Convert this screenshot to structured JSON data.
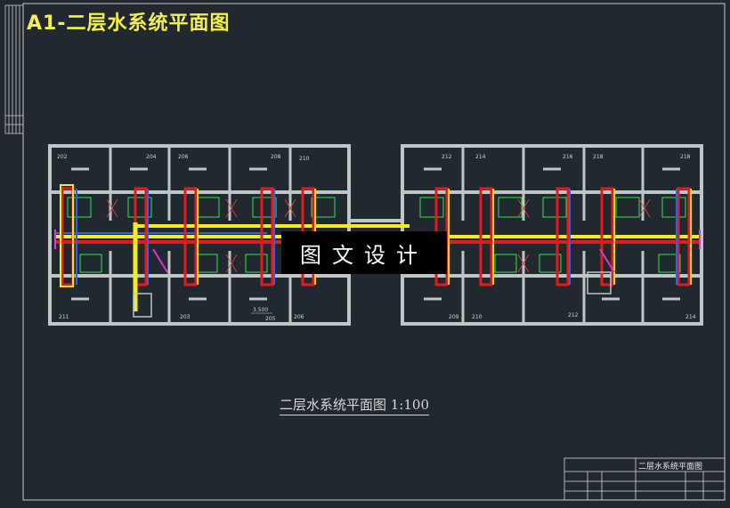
{
  "drawing": {
    "title": "A1-二层水系统平面图",
    "subtitle": "二层水系统平面图 1:100",
    "watermark": "图文设计",
    "elevation": "3.500",
    "title_block_name": "二层水系统平面图"
  },
  "rooms_top": [
    "202",
    "204",
    "206",
    "208",
    "210",
    "212",
    "214",
    "216",
    "218",
    "218"
  ],
  "rooms_bottom": [
    "211",
    "203",
    "205",
    "206",
    "209",
    "210",
    "212",
    "214"
  ],
  "colors": {
    "background": "#212830",
    "wall": "#bfc6c6",
    "supply_hot": "#e21b1b",
    "supply_cold": "#2d63e8",
    "main": "#f4ec21",
    "fixture": "#33e54d",
    "magenta": "#d43bd4"
  }
}
